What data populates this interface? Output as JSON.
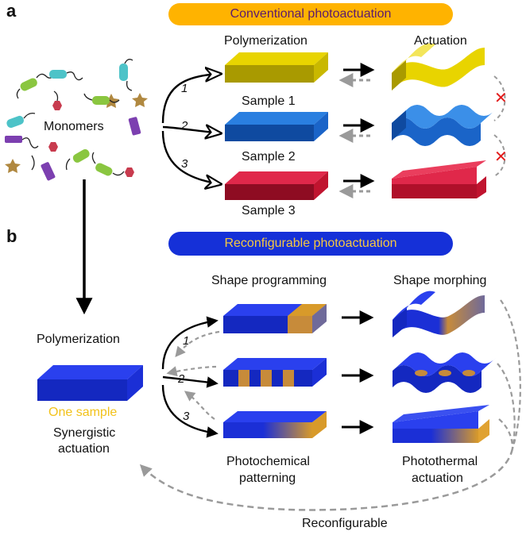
{
  "panel_a": {
    "letter": "a",
    "banner": "Conventional photoactuation",
    "banner_color": "#ffb300",
    "banner_text_color": "#5b1a6e",
    "col_polymerization": "Polymerization",
    "col_actuation": "Actuation",
    "monomers": "Monomers",
    "samples": [
      "Sample 1",
      "Sample 2",
      "Sample 3"
    ],
    "paths": [
      "1",
      "2",
      "3"
    ],
    "sample_colors": [
      "#c9b800",
      "#1a64c8",
      "#c0142f"
    ],
    "fail_marker": "✕",
    "fail_color": "#e21b1b"
  },
  "panel_b": {
    "letter": "b",
    "banner": "Reconfigurable photoactuation",
    "banner_color": "#1530d8",
    "banner_text_color": "#f5c842",
    "col_programming": "Shape programming",
    "col_morphing": "Shape morphing",
    "polymerization": "Polymerization",
    "one_sample": "One sample",
    "one_sample_color": "#f2c21b",
    "synergistic_1": "Synergistic",
    "synergistic_2": "actuation",
    "photochemical_1": "Photochemical",
    "photochemical_2": "patterning",
    "photothermal_1": "Photothermal",
    "photothermal_2": "actuation",
    "paths": [
      "1",
      "2",
      "3"
    ],
    "reconfigurable": "Reconfigurable",
    "blue": "#1a2fe0",
    "orange": "#d89a2a"
  }
}
